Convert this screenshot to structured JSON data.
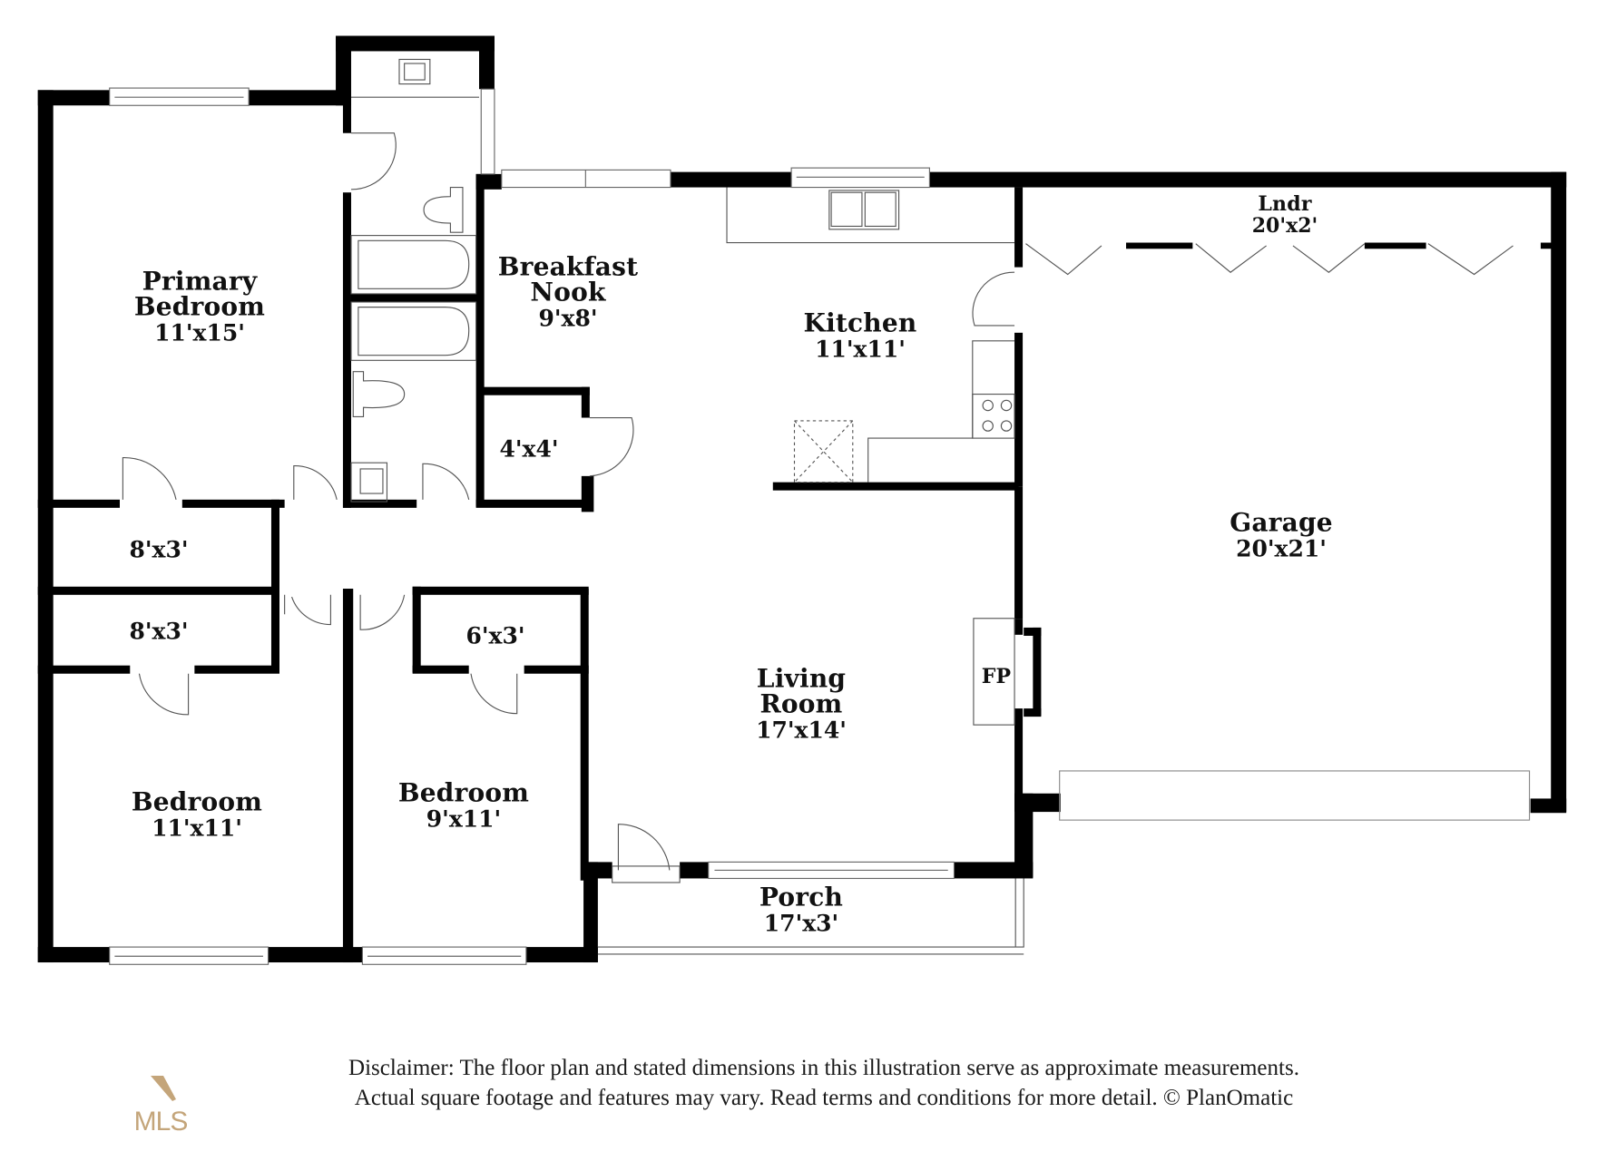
{
  "floor_plan": {
    "rooms": [
      {
        "id": "primary-bedroom",
        "name": "Primary\nBedroom",
        "name_lines": [
          "Primary",
          "Bedroom"
        ],
        "dimensions": "11'x15'"
      },
      {
        "id": "breakfast-nook",
        "name_lines": [
          "Breakfast",
          "Nook"
        ],
        "dimensions": "9'x8'"
      },
      {
        "id": "kitchen",
        "name_lines": [
          "Kitchen"
        ],
        "dimensions": "11'x11'"
      },
      {
        "id": "laundry",
        "name_lines": [
          "Lndr"
        ],
        "dimensions": "20'x2'"
      },
      {
        "id": "garage",
        "name_lines": [
          "Garage"
        ],
        "dimensions": "20'x21'"
      },
      {
        "id": "closet-hall-1",
        "name_lines": [],
        "dimensions": "8'x3'"
      },
      {
        "id": "closet-hall-2",
        "name_lines": [],
        "dimensions": "8'x3'"
      },
      {
        "id": "closet-bedroom-2",
        "name_lines": [],
        "dimensions": "6'x3'"
      },
      {
        "id": "pantry",
        "name_lines": [],
        "dimensions": "4'x4'"
      },
      {
        "id": "living-room",
        "name_lines": [
          "Living",
          "Room"
        ],
        "dimensions": "17'x14'"
      },
      {
        "id": "fireplace",
        "name_lines": [
          "FP"
        ],
        "dimensions": ""
      },
      {
        "id": "bedroom-1",
        "name_lines": [
          "Bedroom"
        ],
        "dimensions": "11'x11'"
      },
      {
        "id": "bedroom-2",
        "name_lines": [
          "Bedroom"
        ],
        "dimensions": "9'x11'"
      },
      {
        "id": "porch",
        "name_lines": [
          "Porch"
        ],
        "dimensions": "17'x3'"
      }
    ],
    "labels": {
      "primary_bedroom_name_1": "Primary",
      "primary_bedroom_name_2": "Bedroom",
      "primary_bedroom_dim": "11'x15'",
      "breakfast_nook_name_1": "Breakfast",
      "breakfast_nook_name_2": "Nook",
      "breakfast_nook_dim": "9'x8'",
      "kitchen_name": "Kitchen",
      "kitchen_dim": "11'x11'",
      "laundry_name": "Lndr",
      "laundry_dim": "20'x2'",
      "garage_name": "Garage",
      "garage_dim": "20'x21'",
      "closet_hall_1_dim": "8'x3'",
      "closet_hall_2_dim": "8'x3'",
      "closet_bedroom_2_dim": "6'x3'",
      "pantry_dim": "4'x4'",
      "living_room_name_1": "Living",
      "living_room_name_2": "Room",
      "living_room_dim": "17'x14'",
      "fireplace_name": "FP",
      "bedroom_1_name": "Bedroom",
      "bedroom_1_dim": "11'x11'",
      "bedroom_2_name": "Bedroom",
      "bedroom_2_dim": "9'x11'",
      "porch_name": "Porch",
      "porch_dim": "17'x3'"
    }
  },
  "footer": {
    "disclaimer_line_1": "Disclaimer: The floor plan and stated dimensions in this illustration serve as approximate measurements.",
    "disclaimer_line_2": "Actual square footage and features may vary. Read terms and conditions for more detail. © PlanOmatic",
    "logo_text": "MLS",
    "logo_icon": "mls-roof-mark-icon"
  },
  "colors": {
    "wall": "#000000",
    "fixture_line": "#555555",
    "background": "#ffffff",
    "logo": "#c4a57a",
    "label_text": "#111111"
  }
}
